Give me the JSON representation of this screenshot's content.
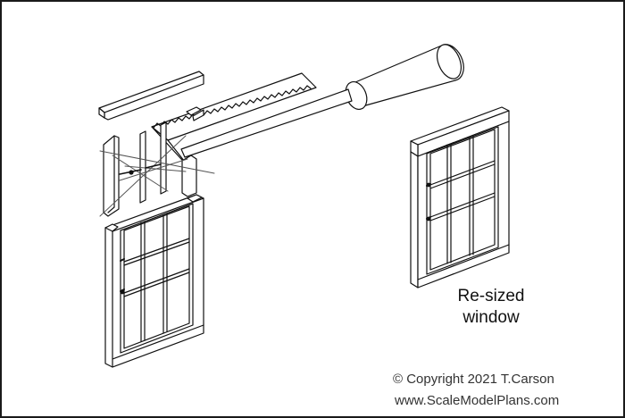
{
  "caption": {
    "line1": "Re-sized",
    "line2": "window"
  },
  "credit": {
    "copyright": "©  Copyright 2021 T.Carson",
    "website": "www.ScaleModelPlans.com"
  },
  "figure": {
    "subject": "exploded window assembly with razor saw and re-sized window",
    "line_color": "#111111",
    "cut_line_color": "#555555",
    "glass_color": "#ffffff",
    "frame_fill": "#f4f4f4"
  }
}
